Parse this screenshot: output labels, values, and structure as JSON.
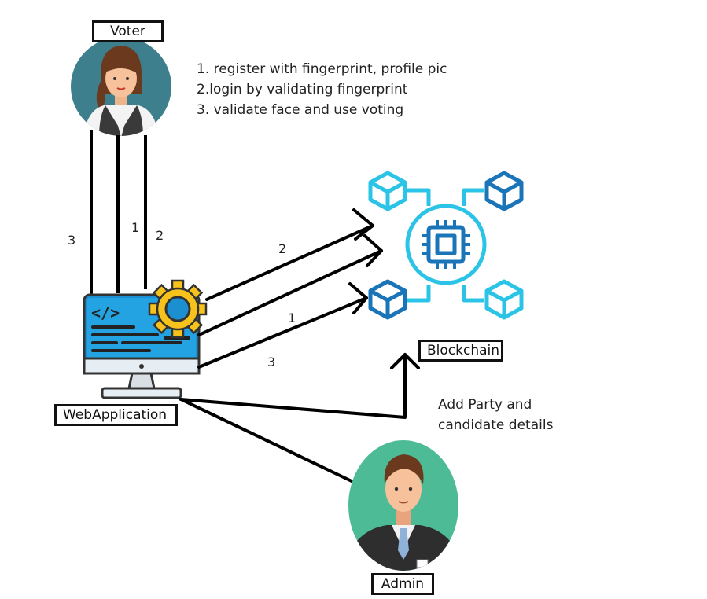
{
  "labels": {
    "voter": "Voter",
    "webapp": "WebApplication",
    "blockchain": "Blockchain",
    "admin": "Admin"
  },
  "voter_steps": [
    "1. register with fingerprint, profile pic",
    "2.login by validating fingerprint",
    "3. validate face and use voting"
  ],
  "admin_note": [
    "Add Party and",
    "candidate details"
  ],
  "edge_labels": {
    "voter_line_left": "3",
    "voter_line_mid": "1",
    "voter_line_right": "2",
    "chain_top": "2",
    "chain_mid": "1",
    "chain_bottom": "3"
  },
  "icons": {
    "voter": "woman-avatar-icon",
    "admin": "man-avatar-icon",
    "webapp": "monitor-code-gear-icon",
    "blockchain": "blockchain-network-icon"
  },
  "colors": {
    "voter_bg": "#3d7f8c",
    "admin_bg": "#4dbb96",
    "monitor_blue": "#1b8fd0",
    "gear_yellow": "#f6c21b",
    "chain_light": "#2bc4e6",
    "chain_dark": "#1a74b8"
  }
}
